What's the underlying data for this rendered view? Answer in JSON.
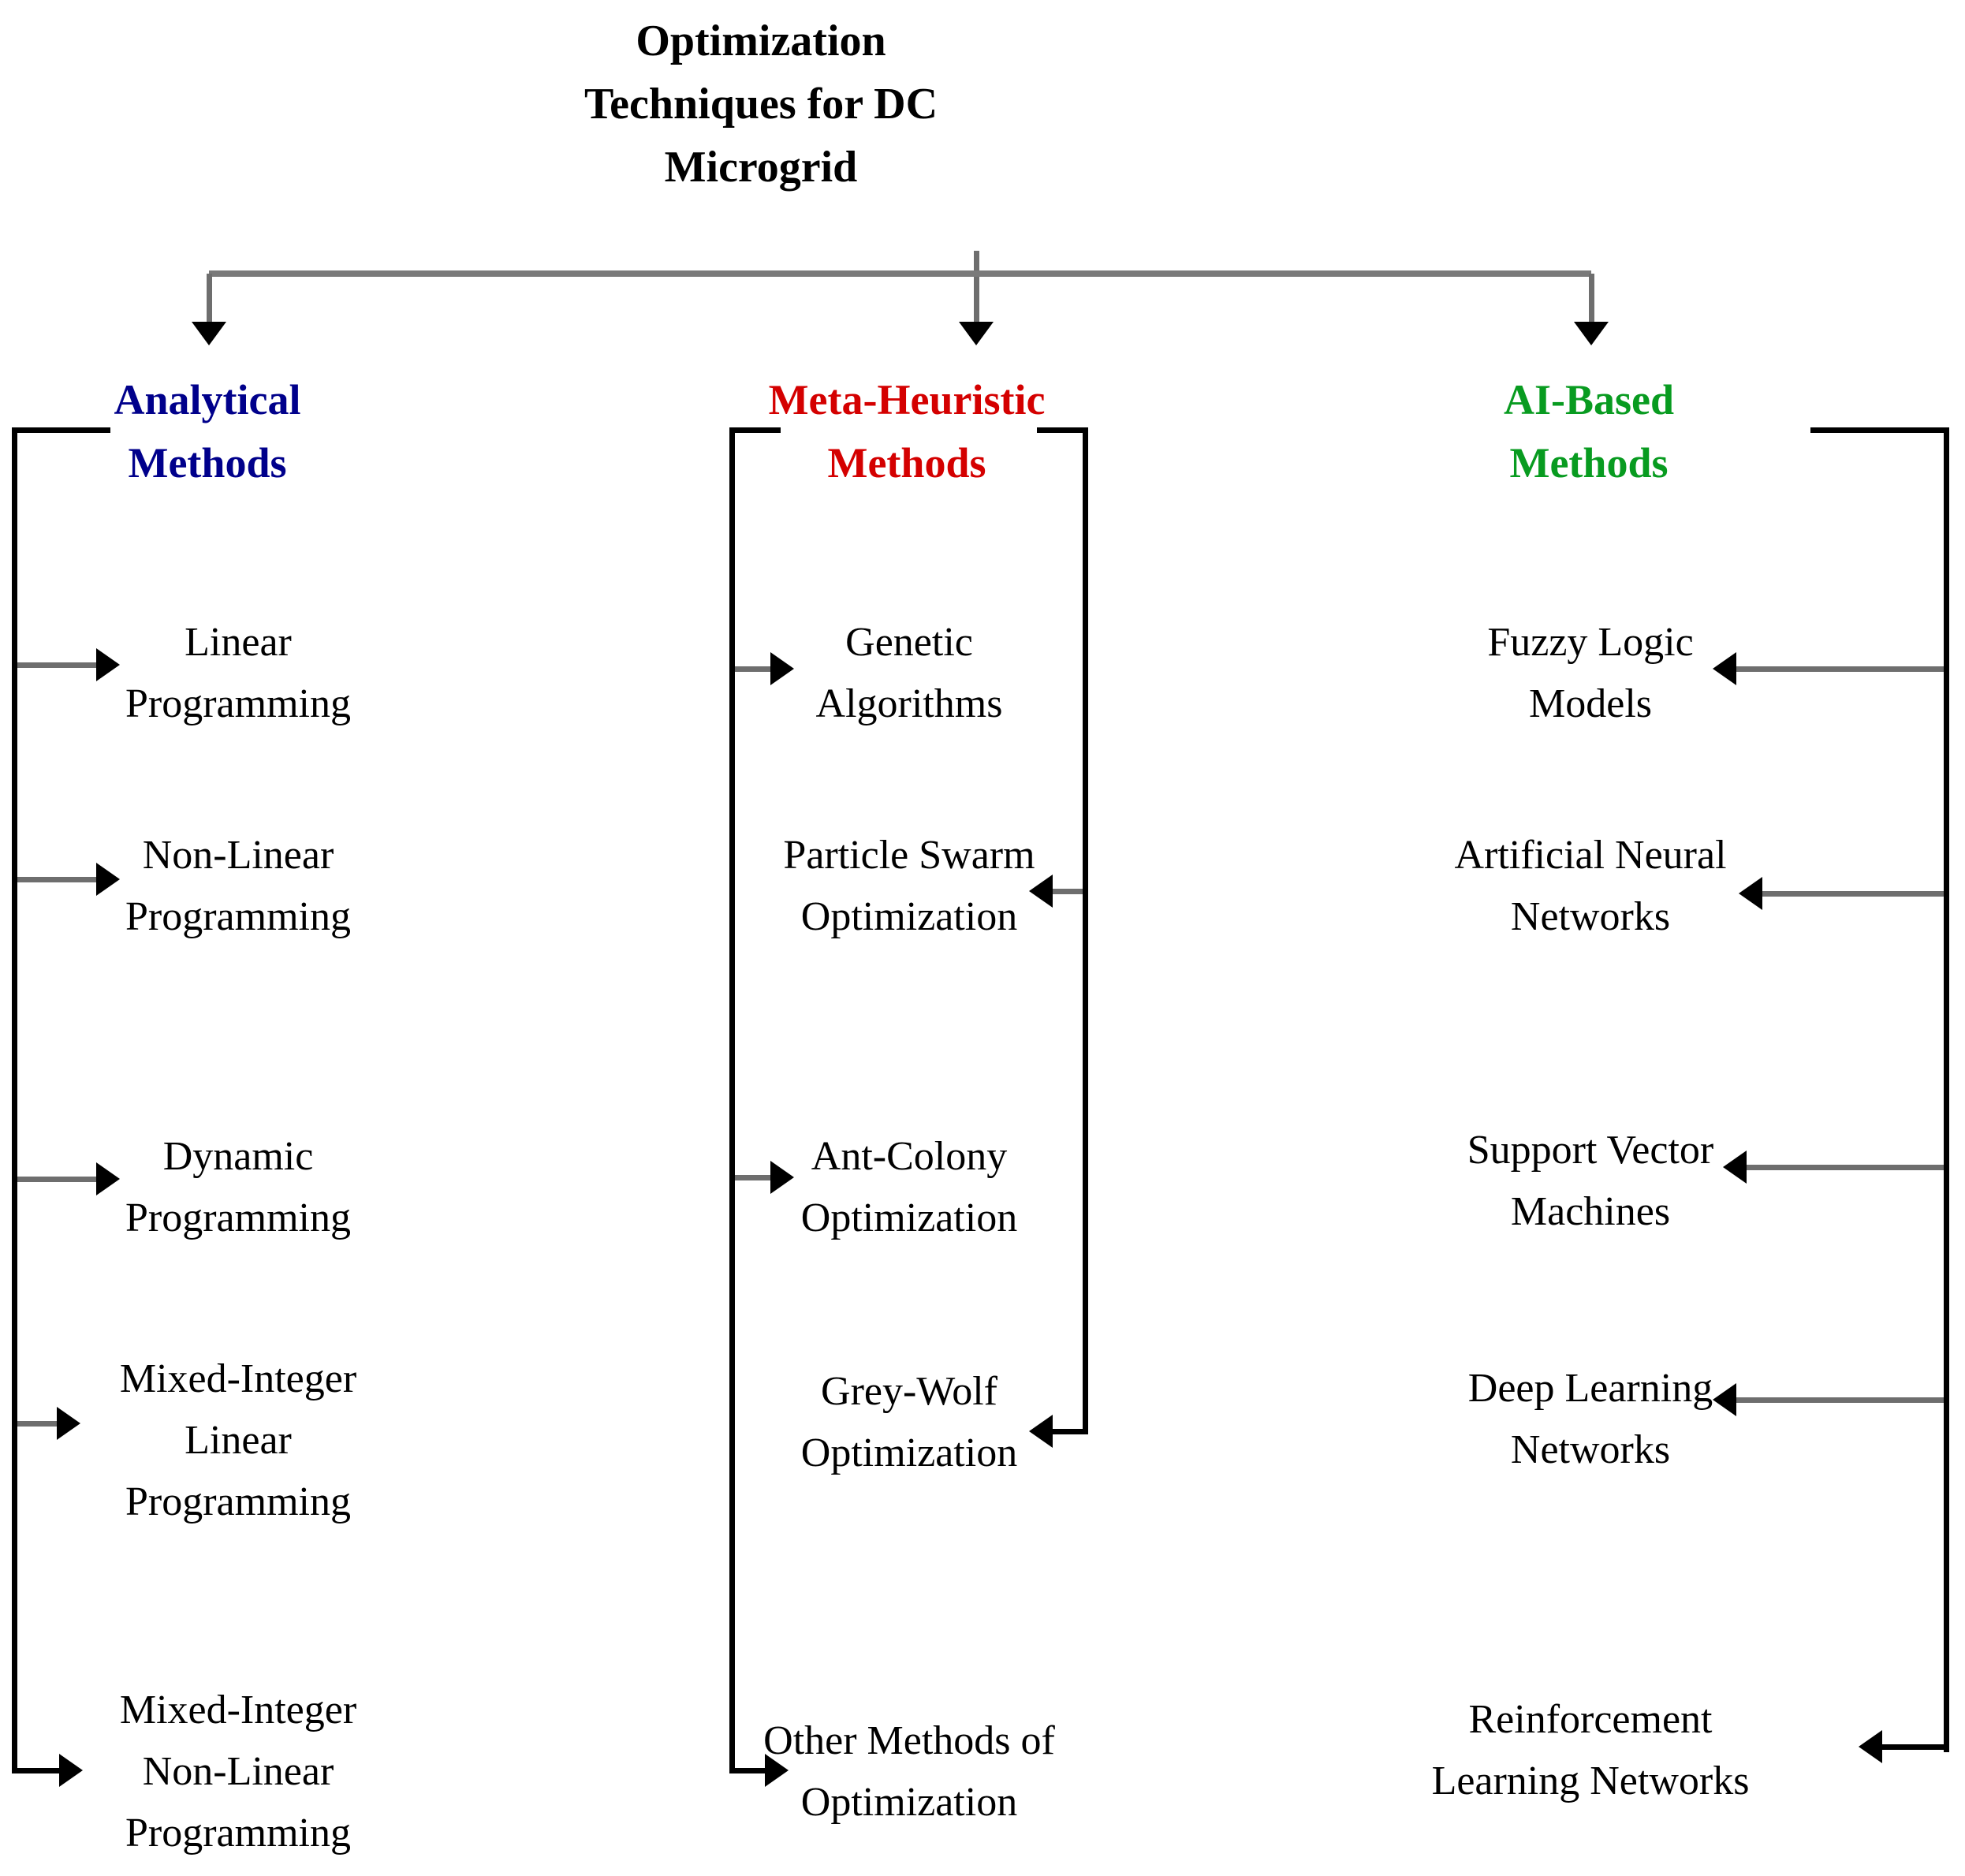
{
  "diagram": {
    "title": "Optimization\nTechniques for DC\nMicrogrid",
    "colors": {
      "analytical_header": "#00008B",
      "meta_heuristic_header": "#D40000",
      "ai_based_header": "#089B20",
      "connector_gray": "#7A7A7A",
      "line_black": "#000000",
      "background": "#FFFFFF",
      "body_text": "#000000"
    },
    "columns": [
      {
        "id": "analytical",
        "label": "Analytical\nMethods",
        "items": [
          "Linear\nProgramming",
          "Non-Linear\nProgramming",
          "Dynamic\nProgramming",
          "Mixed-Integer\nLinear\nProgramming",
          "Mixed-Integer\nNon-Linear\nProgramming"
        ]
      },
      {
        "id": "meta-heuristic",
        "label": "Meta-Heuristic\nMethods",
        "items": [
          "Genetic\nAlgorithms",
          "Particle Swarm\nOptimization",
          "Ant-Colony\nOptimization",
          "Grey-Wolf\nOptimization",
          "Other Methods of\nOptimization"
        ]
      },
      {
        "id": "ai-based",
        "label": "AI-Based\nMethods",
        "items": [
          "Fuzzy Logic\nModels",
          "Artificial Neural\nNetworks",
          "Support Vector\nMachines",
          "Deep Learning\nNetworks",
          "Reinforcement\nLearning Networks"
        ]
      }
    ]
  }
}
